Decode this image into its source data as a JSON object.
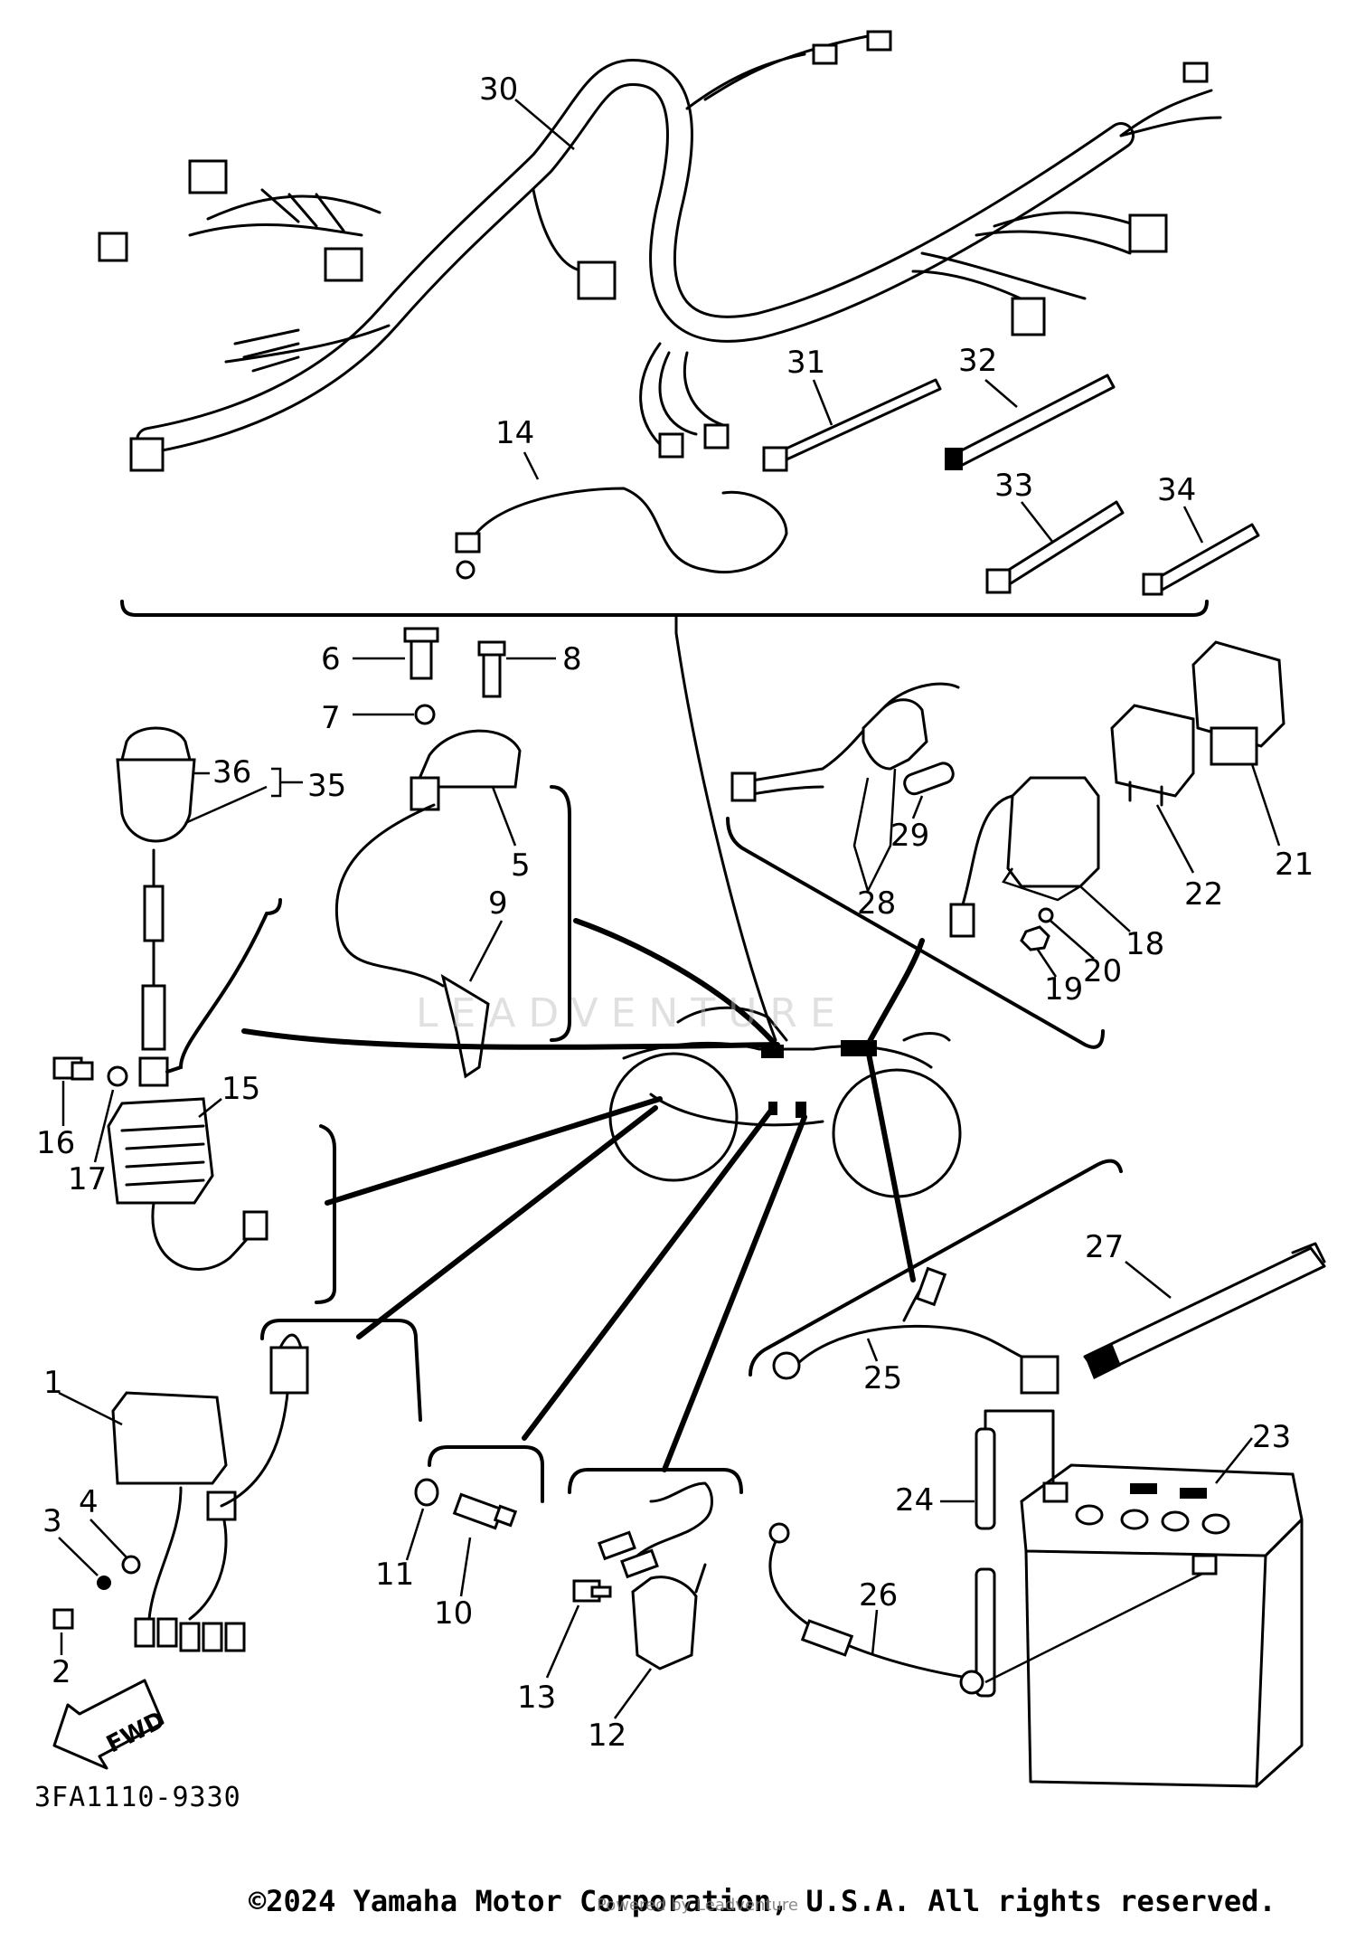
{
  "labels": {
    "l1": "1",
    "l2": "2",
    "l3": "3",
    "l4": "4",
    "l5": "5",
    "l6": "6",
    "l7": "7",
    "l8": "8",
    "l9": "9",
    "l10": "10",
    "l11": "11",
    "l12": "12",
    "l13": "13",
    "l14": "14",
    "l15": "15",
    "l16": "16",
    "l17": "17",
    "l18": "18",
    "l19": "19",
    "l20": "20",
    "l21": "21",
    "l22": "22",
    "l23": "23",
    "l24": "24",
    "l25": "25",
    "l26": "26",
    "l27": "27",
    "l28": "28",
    "l29": "29",
    "l30": "30",
    "l31": "31",
    "l32": "32",
    "l33": "33",
    "l34": "34",
    "l35": "35",
    "l36": "36"
  },
  "fwd_arrow": "FWD",
  "part_code": "3FA1110-9330",
  "copyright": "©2024 Yamaha Motor Corporation, U.S.A. All rights reserved.",
  "watermark": "Powered by Leadventure",
  "watermark_logo": "LEADVENTURE"
}
